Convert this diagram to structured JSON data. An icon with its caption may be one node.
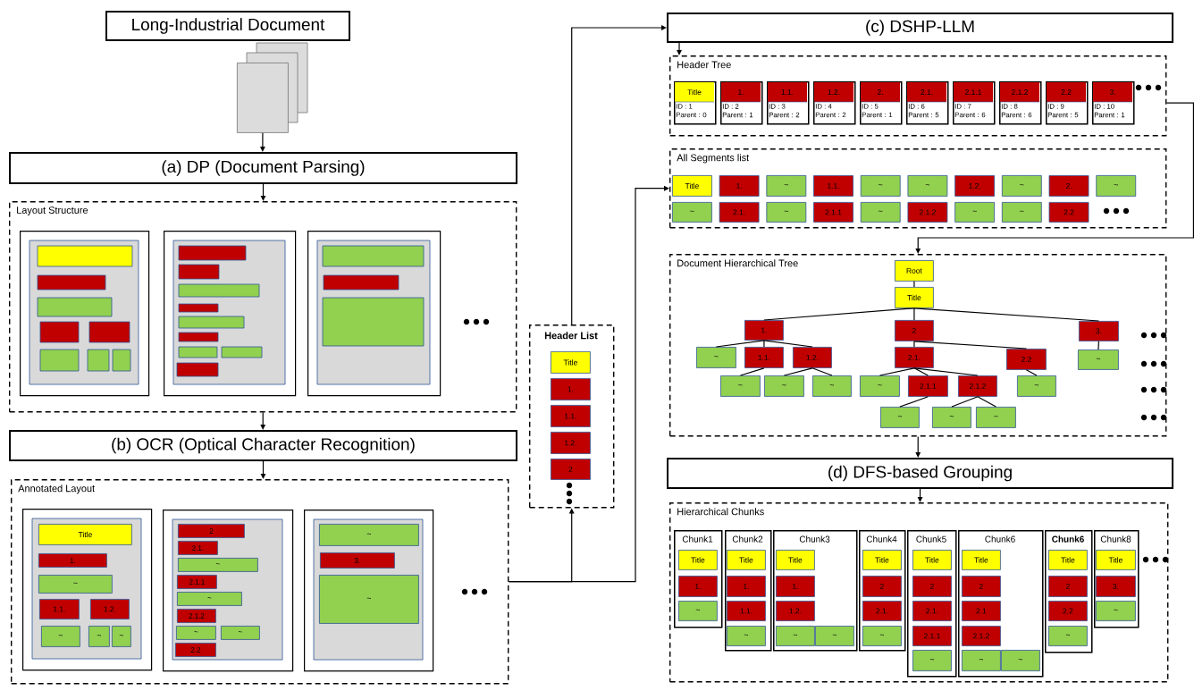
{
  "diagram": {
    "nodes": [
      {
        "text": [
          "Long-Industrial Document"
        ]
      },
      {
        "text": [],
        "shape": "document"
      },
      {
        "text": [
          "(a) DP (Document Parsing)"
        ]
      },
      {
        "text": [
          "Layout Structure"
        ]
      },
      {
        "text": [],
        "shape": "box",
        "in": 3
      },
      {
        "text": [],
        "shape": "box",
        "in": 3
      },
      {
        "text": [],
        "shape": "box",
        "in": 3
      },
      {
        "text": [
          "(b) OCR (Optical Character Recognition)"
        ]
      },
      {
        "text": [
          "Annotated Layout"
        ]
      },
      {
        "text": [],
        "shape": "box",
        "in": 8
      },
      {
        "text": [
          "Title"
        ],
        "in": 9
      },
      {
        "text": [
          "1."
        ],
        "in": 9
      },
      {
        "text": [
          "~"
        ],
        "in": 9
      },
      {
        "text": [
          "1.1."
        ],
        "in": 9
      },
      {
        "text": [
          "1.2."
        ],
        "in": 9
      },
      {
        "text": [
          "~"
        ],
        "in": 9
      },
      {
        "text": [
          "~"
        ],
        "in": 9
      },
      {
        "text": [
          "~"
        ],
        "in": 9
      },
      {
        "text": [],
        "shape": "box",
        "in": 8
      },
      {
        "text": [
          "2"
        ],
        "in": 18
      },
      {
        "text": [
          "2.1."
        ],
        "in": 18
      },
      {
        "text": [
          "~"
        ],
        "in": 18
      },
      {
        "text": [
          "2.1.1"
        ],
        "in": 18
      },
      {
        "text": [
          "~"
        ],
        "in": 18
      },
      {
        "text": [
          "2.1.2"
        ],
        "in": 18
      },
      {
        "text": [
          "~"
        ],
        "in": 18
      },
      {
        "text": [
          "~"
        ],
        "in": 18
      },
      {
        "text": [
          "2.2"
        ],
        "in": 18
      },
      {
        "text": [],
        "shape": "box",
        "in": 8
      },
      {
        "text": [
          "~"
        ],
        "in": 28
      },
      {
        "text": [
          "3."
        ],
        "in": 28
      },
      {
        "text": [
          "~"
        ],
        "in": 28
      },
      {
        "text": [
          "Header List"
        ]
      },
      {
        "text": [
          "Title"
        ],
        "in": 32
      },
      {
        "text": [
          "1."
        ],
        "in": 32
      },
      {
        "text": [
          "1.1."
        ],
        "in": 32
      },
      {
        "text": [
          "1.2."
        ],
        "in": 32
      },
      {
        "text": [
          "2"
        ],
        "in": 32
      },
      {
        "text": [
          "(c) DSHP-LLM"
        ]
      },
      {
        "text": [
          "Header Tree"
        ]
      },
      {
        "text": [
          "Title",
          "ID : 1",
          "Parent : 0"
        ],
        "in": 39
      },
      {
        "text": [
          "1.",
          "ID : 2",
          "Parent : 1"
        ],
        "in": 39
      },
      {
        "text": [
          "1.1.",
          "ID : 3",
          "Parent : 2"
        ],
        "in": 39
      },
      {
        "text": [
          "1.2.",
          "ID : 4",
          "Parent : 2"
        ],
        "in": 39
      },
      {
        "text": [
          "2.",
          "ID : 5",
          "Parent : 1"
        ],
        "in": 39
      },
      {
        "text": [
          "2.1.",
          "ID : 6",
          "Parent : 5"
        ],
        "in": 39
      },
      {
        "text": [
          "2.1.1",
          "ID : 7",
          "Parent : 6"
        ],
        "in": 39
      },
      {
        "text": [
          "2.1.2",
          "ID : 8",
          "Parent : 6"
        ],
        "in": 39
      },
      {
        "text": [
          "2.2",
          "ID : 9",
          "Parent : 5"
        ],
        "in": 39
      },
      {
        "text": [
          "3.",
          "ID : 10",
          "Parent : 1"
        ],
        "in": 39
      },
      {
        "text": [
          "All Segments list"
        ]
      },
      {
        "text": [
          "Title"
        ],
        "in": 50
      },
      {
        "text": [
          "1."
        ],
        "in": 50
      },
      {
        "text": [
          "~"
        ],
        "in": 50
      },
      {
        "text": [
          "1.1."
        ],
        "in": 50
      },
      {
        "text": [
          "~"
        ],
        "in": 50
      },
      {
        "text": [
          "~"
        ],
        "in": 50
      },
      {
        "text": [
          "1.2."
        ],
        "in": 50
      },
      {
        "text": [
          "~"
        ],
        "in": 50
      },
      {
        "text": [
          "2."
        ],
        "in": 50
      },
      {
        "text": [
          "~"
        ],
        "in": 50
      },
      {
        "text": [
          "~"
        ],
        "in": 50
      },
      {
        "text": [
          "2.1."
        ],
        "in": 50
      },
      {
        "text": [
          "~"
        ],
        "in": 50
      },
      {
        "text": [
          "2.1.1"
        ],
        "in": 50
      },
      {
        "text": [
          "~"
        ],
        "in": 50
      },
      {
        "text": [
          "2.1.2"
        ],
        "in": 50
      },
      {
        "text": [
          "~"
        ],
        "in": 50
      },
      {
        "text": [
          "~"
        ],
        "in": 50
      },
      {
        "text": [
          "2.2"
        ],
        "in": 50
      },
      {
        "text": [
          "Document Hierarchical Tree"
        ]
      },
      {
        "text": [
          "Root"
        ],
        "in": 70
      },
      {
        "text": [
          "Title"
        ],
        "in": 70
      },
      {
        "text": [
          "1."
        ],
        "in": 70
      },
      {
        "text": [
          "2"
        ],
        "in": 70
      },
      {
        "text": [
          "3."
        ],
        "in": 70
      },
      {
        "text": [
          "~"
        ],
        "in": 70
      },
      {
        "text": [
          "1.1."
        ],
        "in": 70
      },
      {
        "text": [
          "1.2."
        ],
        "in": 70
      },
      {
        "text": [
          "2.1."
        ],
        "in": 70
      },
      {
        "text": [
          "2.2"
        ],
        "in": 70
      },
      {
        "text": [
          "~"
        ],
        "in": 70
      },
      {
        "text": [
          "~"
        ],
        "in": 70
      },
      {
        "text": [
          "~"
        ],
        "in": 70
      },
      {
        "text": [
          "~"
        ],
        "in": 70
      },
      {
        "text": [
          "~"
        ],
        "in": 70
      },
      {
        "text": [
          "2.1.1"
        ],
        "in": 70
      },
      {
        "text": [
          "2.1.2"
        ],
        "in": 70
      },
      {
        "text": [
          "~"
        ],
        "in": 70
      },
      {
        "text": [
          "~"
        ],
        "in": 70
      },
      {
        "text": [
          "~"
        ],
        "in": 70
      },
      {
        "text": [
          "~"
        ],
        "in": 70
      },
      {
        "text": [
          "(d) DFS-based Grouping"
        ]
      },
      {
        "text": [
          "Hierarchical Chunks"
        ]
      },
      {
        "text": [
          "Chunk1"
        ],
        "in": 93
      },
      {
        "text": [
          "Title"
        ],
        "in": 94
      },
      {
        "text": [
          "1."
        ],
        "in": 94
      },
      {
        "text": [
          "~"
        ],
        "in": 94
      },
      {
        "text": [
          "Chunk2"
        ],
        "in": 93
      },
      {
        "text": [
          "Title"
        ],
        "in": 98
      },
      {
        "text": [
          "1."
        ],
        "in": 98
      },
      {
        "text": [
          "1.1."
        ],
        "in": 98
      },
      {
        "text": [
          "~"
        ],
        "in": 98
      },
      {
        "text": [
          "Chunk3"
        ],
        "in": 93
      },
      {
        "text": [
          "Title"
        ],
        "in": 103
      },
      {
        "text": [
          "1."
        ],
        "in": 103
      },
      {
        "text": [
          "1.2."
        ],
        "in": 103
      },
      {
        "text": [
          "~"
        ],
        "in": 103
      },
      {
        "text": [
          "~"
        ],
        "in": 103
      },
      {
        "text": [
          "Chunk4"
        ],
        "in": 93
      },
      {
        "text": [
          "Title"
        ],
        "in": 109
      },
      {
        "text": [
          "2"
        ],
        "in": 109
      },
      {
        "text": [
          "2.1."
        ],
        "in": 109
      },
      {
        "text": [
          "~"
        ],
        "in": 109
      },
      {
        "text": [
          "Chunk5"
        ],
        "in": 93
      },
      {
        "text": [
          "Title"
        ],
        "in": 114
      },
      {
        "text": [
          "2"
        ],
        "in": 114
      },
      {
        "text": [
          "2.1."
        ],
        "in": 114
      },
      {
        "text": [
          "2.1.1"
        ],
        "in": 114
      },
      {
        "text": [
          "~"
        ],
        "in": 114
      },
      {
        "text": [
          "Chunk6"
        ],
        "in": 93
      },
      {
        "text": [
          "Title"
        ],
        "in": 120
      },
      {
        "text": [
          "2"
        ],
        "in": 120
      },
      {
        "text": [
          "2.1"
        ],
        "in": 120
      },
      {
        "text": [
          "2.1.2"
        ],
        "in": 120
      },
      {
        "text": [
          "~"
        ],
        "in": 120
      },
      {
        "text": [
          "~"
        ],
        "in": 120
      },
      {
        "text": [
          "Chunk6"
        ],
        "in": 93
      },
      {
        "text": [
          "Title"
        ],
        "in": 127
      },
      {
        "text": [
          "2"
        ],
        "in": 127
      },
      {
        "text": [
          "2.2"
        ],
        "in": 127
      },
      {
        "text": [
          "~"
        ],
        "in": 127
      },
      {
        "text": [
          "Chunk8"
        ],
        "in": 93
      },
      {
        "text": [
          "Title"
        ],
        "in": 132
      },
      {
        "text": [
          "3."
        ],
        "in": 132
      },
      {
        "text": [
          "~"
        ],
        "in": 132
      }
    ],
    "edges": [
      {
        "from": 1,
        "to": 2,
        "arrow": "to"
      },
      {
        "from": 2,
        "to": 3,
        "arrow": "to"
      },
      {
        "from": 3,
        "to": 7,
        "arrow": "to"
      },
      {
        "from": 7,
        "to": 8,
        "arrow": "to"
      },
      {
        "from": 8,
        "to": 32,
        "arrow": "to"
      },
      {
        "from": 8,
        "to": 50,
        "arrow": "to"
      },
      {
        "from": 32,
        "to": 38,
        "arrow": "to"
      },
      {
        "from": 38,
        "to": 39,
        "arrow": "to"
      },
      {
        "from": 39,
        "to": 70,
        "arrow": "to"
      },
      {
        "from": 70,
        "to": 92,
        "arrow": "to"
      },
      {
        "from": 92,
        "to": 93,
        "arrow": "to"
      },
      {
        "from": 71,
        "to": 72,
        "arrow": "none"
      },
      {
        "from": 72,
        "to": 73,
        "arrow": "none"
      },
      {
        "from": 72,
        "to": 74,
        "arrow": "none"
      },
      {
        "from": 72,
        "to": 75,
        "arrow": "none"
      },
      {
        "from": 73,
        "to": 76,
        "arrow": "none"
      },
      {
        "from": 73,
        "to": 77,
        "arrow": "none"
      },
      {
        "from": 73,
        "to": 78,
        "arrow": "none"
      },
      {
        "from": 74,
        "to": 79,
        "arrow": "none"
      },
      {
        "from": 74,
        "to": 80,
        "arrow": "none"
      },
      {
        "from": 75,
        "to": 81,
        "arrow": "none"
      },
      {
        "from": 77,
        "to": 82,
        "arrow": "none"
      },
      {
        "from": 78,
        "to": 83,
        "arrow": "none"
      },
      {
        "from": 78,
        "to": 84,
        "arrow": "none"
      },
      {
        "from": 79,
        "to": 85,
        "arrow": "none"
      },
      {
        "from": 79,
        "to": 86,
        "arrow": "none"
      },
      {
        "from": 79,
        "to": 87,
        "arrow": "none"
      },
      {
        "from": 80,
        "to": 88,
        "arrow": "none"
      },
      {
        "from": 86,
        "to": 89,
        "arrow": "none"
      },
      {
        "from": 87,
        "to": 90,
        "arrow": "none"
      },
      {
        "from": 87,
        "to": 91,
        "arrow": "none"
      }
    ]
  }
}
